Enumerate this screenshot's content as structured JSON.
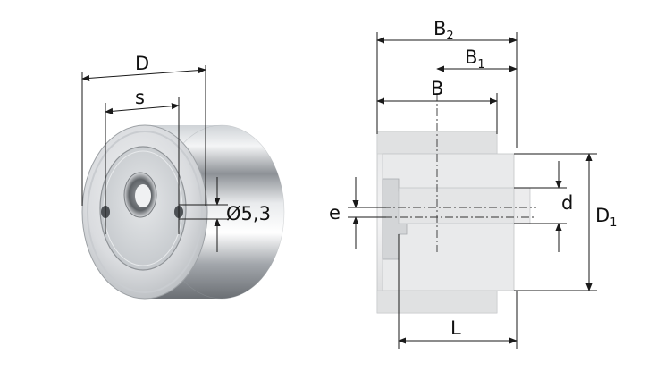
{
  "left_view": {
    "label_D": "D",
    "label_s": "s",
    "label_hole": "Ø5,3"
  },
  "right_view": {
    "label_B2": "B",
    "label_B2_sub": "2",
    "label_B1": "B",
    "label_B1_sub": "1",
    "label_B": "B",
    "label_e": "e",
    "label_d": "d",
    "label_D1": "D",
    "label_D1_sub": "1",
    "label_L": "L"
  }
}
